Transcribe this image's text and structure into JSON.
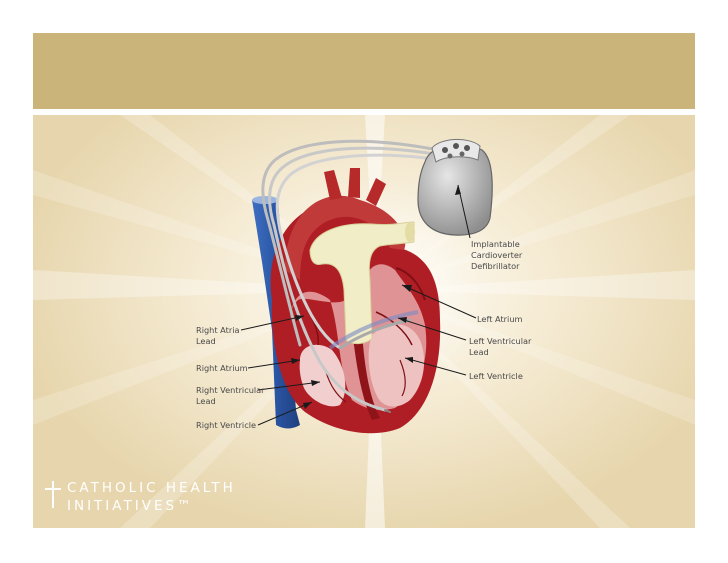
{
  "slide": {
    "header_band_color": "#cbb47a",
    "panel_color": "#efe2c2"
  },
  "diagram": {
    "labels": {
      "implantable_line1": "Implantable",
      "implantable_line2": "Cardioverter",
      "implantable_line3": "Defibrillator",
      "left_atrium": "Left Atrium",
      "left_ventricular_lead_line1": "Left Ventricular",
      "left_ventricular_lead_line2": "Lead",
      "left_ventricle": "Left Ventricle",
      "right_atria_lead_line1": "Right Atria",
      "right_atria_lead_line2": "Lead",
      "right_atrium": "Right Atrium",
      "right_ventricular_lead_line1": "Right Ventricular",
      "right_ventricular_lead_line2": "Lead",
      "right_ventricle": "Right Ventricle"
    },
    "colors": {
      "heart_outer": "#b01e25",
      "heart_inner": "#e8a3a3",
      "vessel_blue": "#2f5fb0",
      "aorta_cream": "#f1edc6",
      "device_gray": "#c8c8c8"
    }
  },
  "logo": {
    "line1": "CATHOLIC HEALTH",
    "line2": "INITIATIVES™",
    "icon": "cross-icon"
  }
}
